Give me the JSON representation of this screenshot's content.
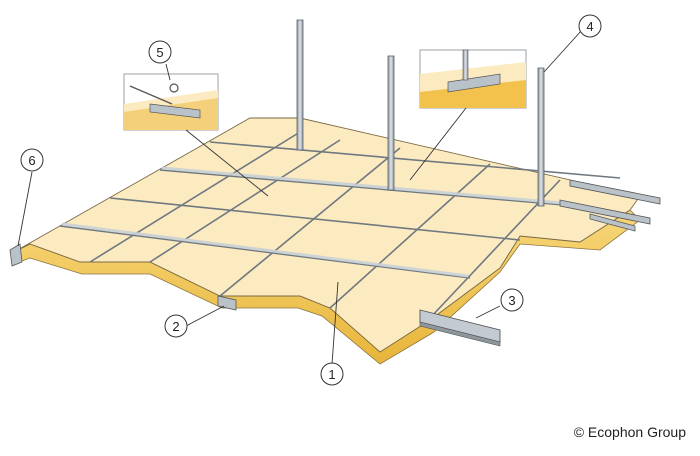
{
  "diagram": {
    "callouts": [
      {
        "id": "1",
        "label": "1"
      },
      {
        "id": "2",
        "label": "2"
      },
      {
        "id": "3",
        "label": "3"
      },
      {
        "id": "4",
        "label": "4"
      },
      {
        "id": "5",
        "label": "5"
      },
      {
        "id": "6",
        "label": "6"
      }
    ],
    "copyright": "© Ecophon Group",
    "colors": {
      "panel_top": "#fbe7b4",
      "panel_edge": "#f2c24c",
      "metal": "#b9c1c9",
      "metal_dark": "#6f7880",
      "line": "#555555"
    }
  }
}
